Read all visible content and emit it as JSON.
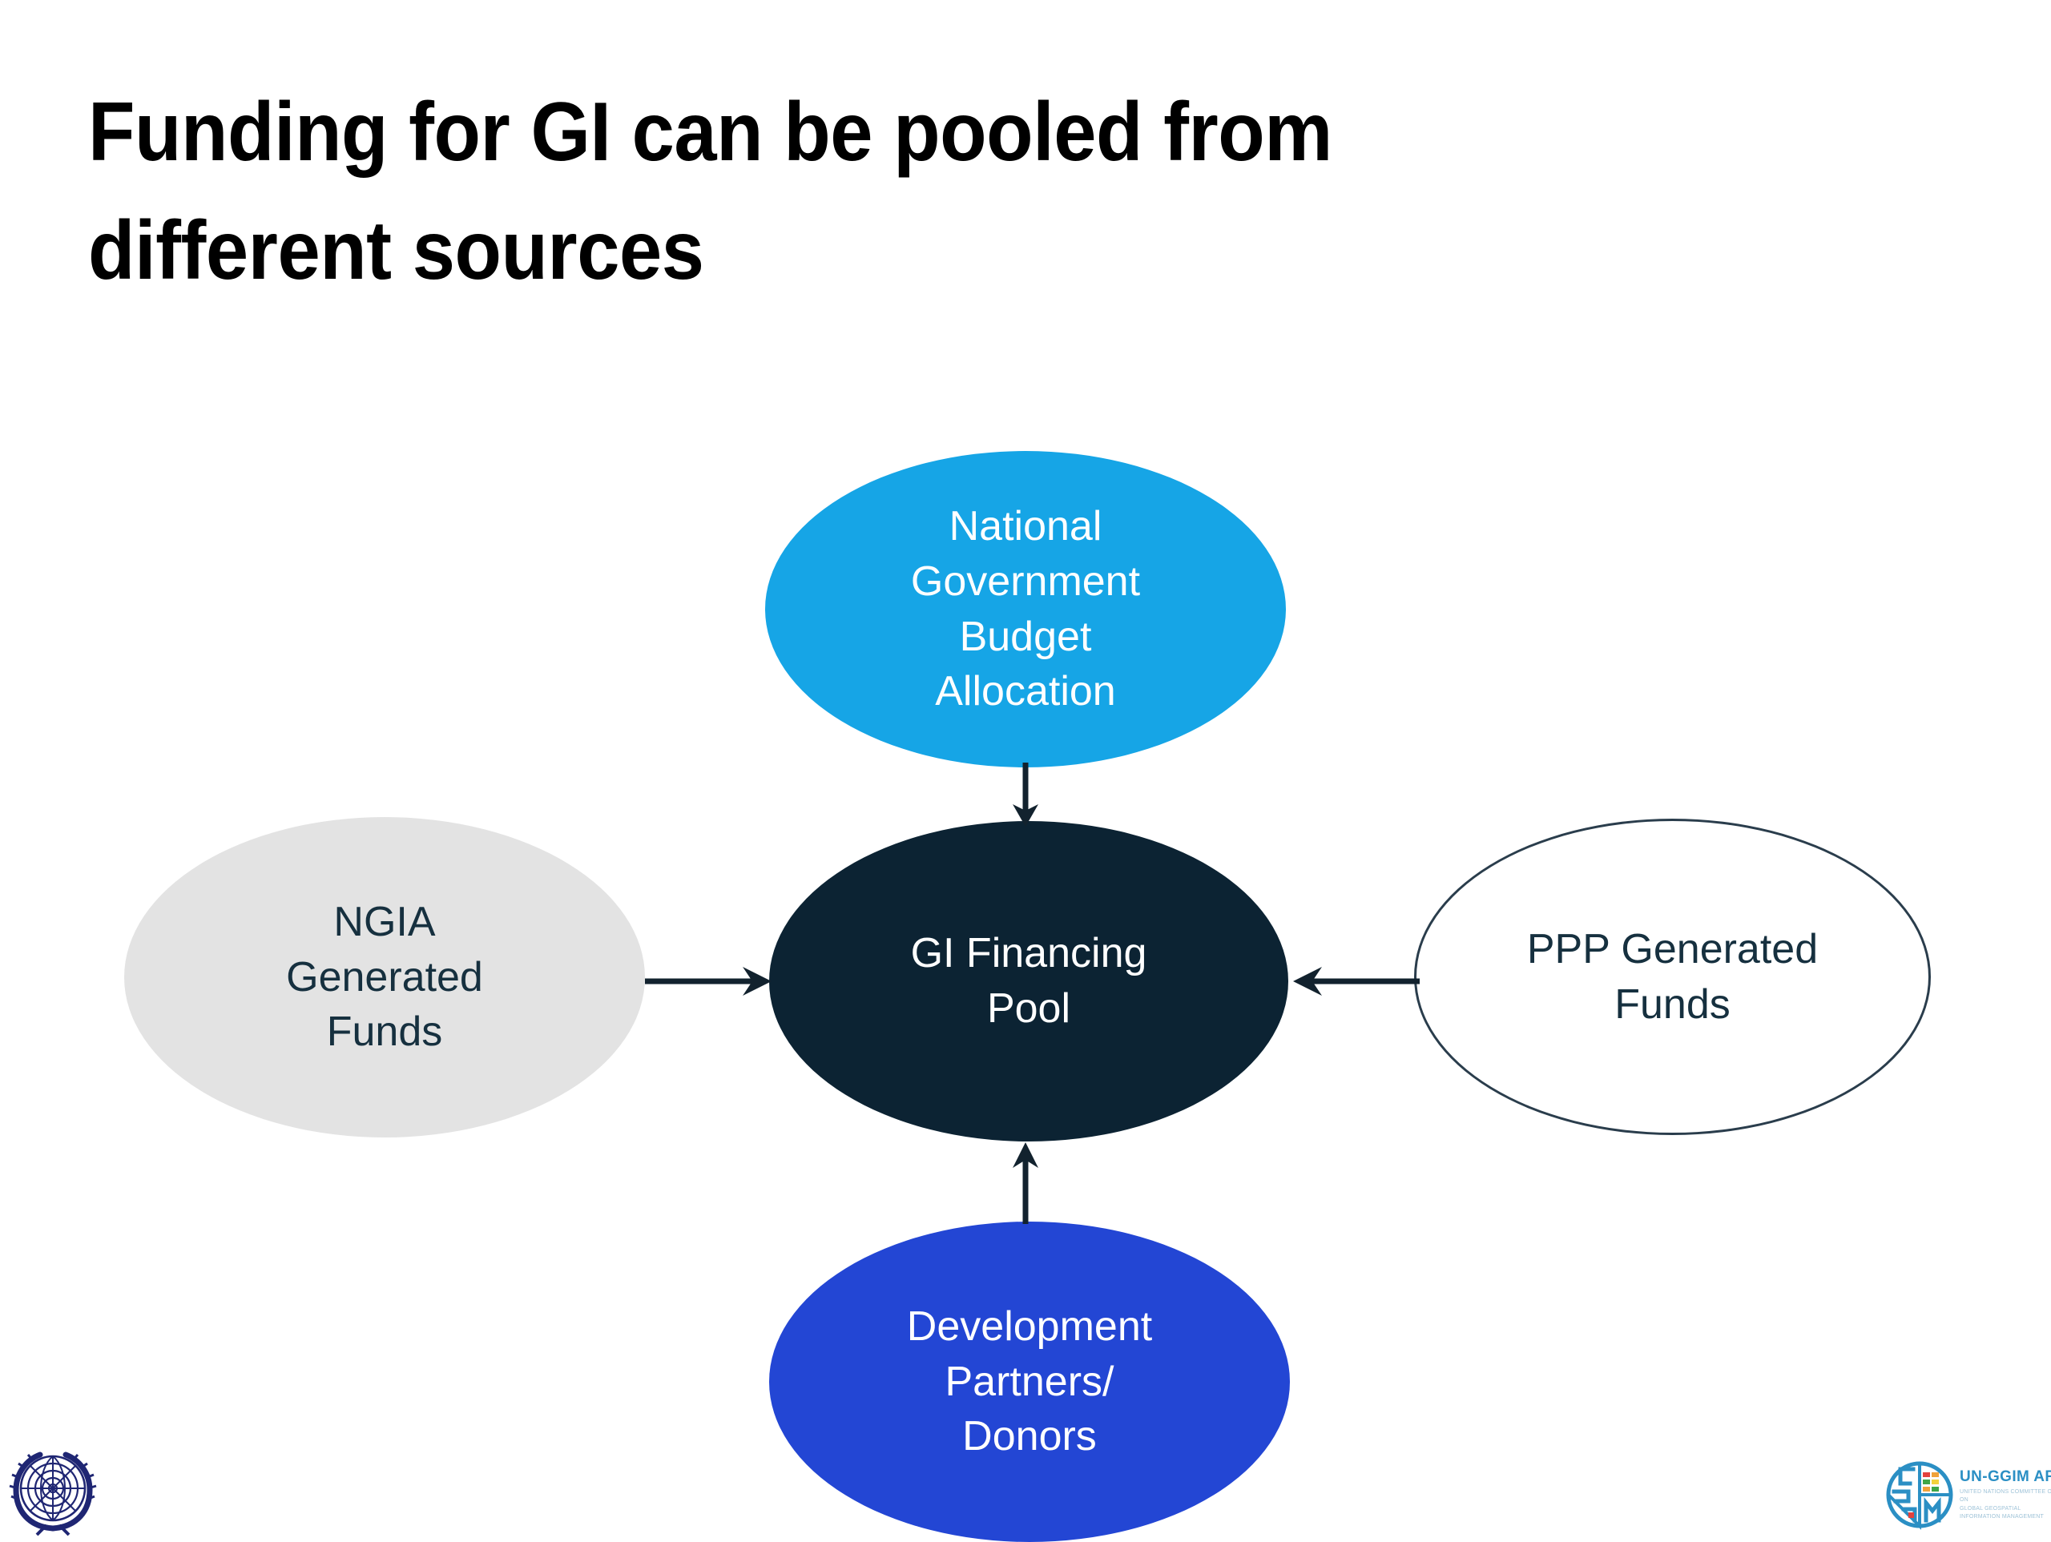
{
  "slide": {
    "title": "Funding for GI can be pooled from\ndifferent sources",
    "background_color": "#ffffff"
  },
  "diagram": {
    "type": "hub-and-spoke",
    "hub": {
      "name": "gi-financing-pool",
      "label": "GI Financing\nPool",
      "fill": "#0c2333",
      "text_color": "#ffffff"
    },
    "spokes": [
      {
        "name": "national-government-budget-allocation",
        "label": "National\nGovernment\nBudget\nAllocation",
        "position": "top",
        "fill": "#16a5e6",
        "text_color": "#ffffff",
        "arrow_direction": "down-into-hub"
      },
      {
        "name": "ngia-generated-funds",
        "label": "NGIA\nGenerated\nFunds",
        "position": "left",
        "fill": "#e3e3e3",
        "text_color": "#16303f",
        "arrow_direction": "right-into-hub"
      },
      {
        "name": "ppp-generated-funds",
        "label": "PPP Generated\nFunds",
        "position": "right",
        "fill": "#ffffff",
        "stroke": "#2a3d4c",
        "text_color": "#16303f",
        "arrow_direction": "left-into-hub"
      },
      {
        "name": "development-partners-donors",
        "label": "Development\nPartners/\nDonors",
        "position": "bottom",
        "fill": "#2346d4",
        "text_color": "#ffffff",
        "arrow_direction": "up-into-hub"
      }
    ],
    "arrow_color": "#12222e"
  },
  "logos": {
    "un_emblem": {
      "name": "un-emblem-logo",
      "color": "#1f2673"
    },
    "ggim_africa": {
      "name": "un-ggim-africa-logo",
      "wordmark": "UN-GGIM AFRICA",
      "subtitle": "UNITED NATIONS COMMITTEE OF EXPERTS ON\nGLOBAL GEOSPATIAL\nINFORMATION MANAGEMENT",
      "accent_color": "#2b8fc4"
    }
  }
}
